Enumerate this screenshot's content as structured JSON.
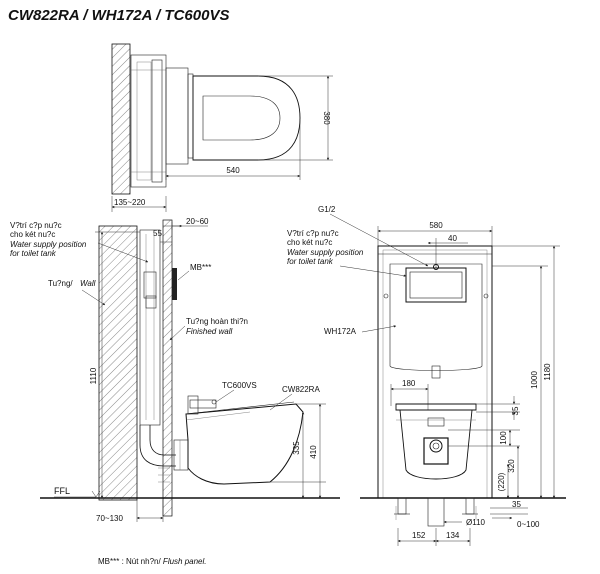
{
  "title": "CW822RA / WH172A / TC600VS",
  "top_view": {
    "dim_width": "540",
    "dim_depth": "380"
  },
  "side_view": {
    "dim_wall_range": "135~220",
    "dim_20_60": "20~60",
    "dim_55": "55",
    "dim_1110": "1110",
    "dim_335": "335",
    "dim_410": "410",
    "dim_70_130": "70~130",
    "label_ffl": "FFL",
    "label_mb": "MB***",
    "label_wall_vi": "Tu?ng/",
    "label_wall_en": "Wall",
    "label_supply_vi_1": "V?trí c?p nu?c",
    "label_supply_vi_2": "cho két nu?c",
    "label_supply_en_1": "Water supply position",
    "label_supply_en_2": "for toilet tank",
    "label_finished_vi": "Tu?ng hoàn thi?n",
    "label_finished_en": "Finished wall",
    "label_tc600vs": "TC600VS",
    "label_cw822ra": "CW822RA"
  },
  "front_view": {
    "label_g12": "G1/2",
    "dim_580": "580",
    "dim_40": "40",
    "label_supply_vi_1": "V?trí c?p nu?c",
    "label_supply_vi_2": "cho két nu?c",
    "label_supply_en_1": "Water supply position",
    "label_supply_en_2": "for toilet tank",
    "label_wh172a": "WH172A",
    "dim_180": "180",
    "dim_35_top": "35",
    "dim_100": "100",
    "dim_320": "320",
    "dim_220": "(220)",
    "dim_1000": "1000",
    "dim_1180": "1180",
    "dim_35_bottom": "35",
    "dim_110": "Ø110",
    "dim_0_100": "0~100",
    "dim_152": "152",
    "dim_134": "134"
  },
  "footnote": {
    "code": "MB***",
    "text_vi": " : Nút nh?n/",
    "text_en": " Flush panel."
  }
}
